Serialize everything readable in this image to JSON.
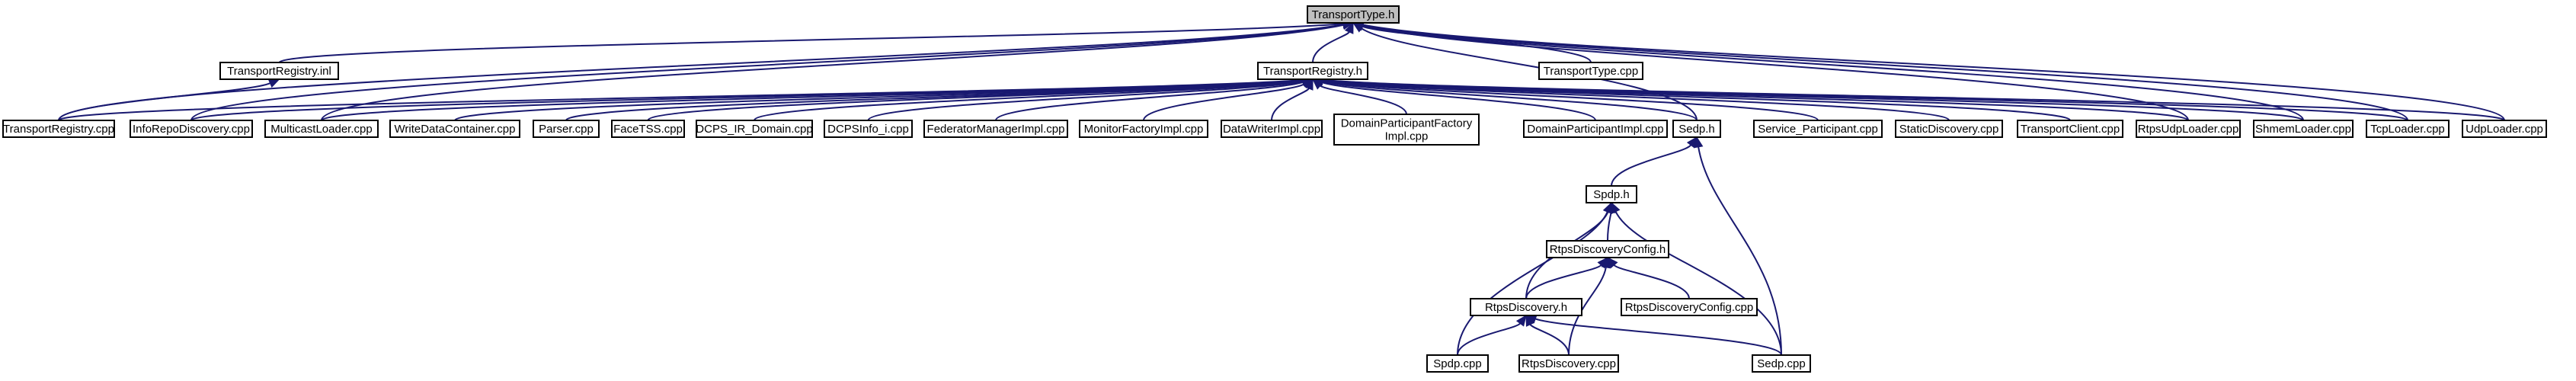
{
  "graph": {
    "edge_color": "#191970",
    "root_fill": "#bfbfbf",
    "nodes": [
      {
        "id": "transporttype_h",
        "lines": [
          "TransportType.h"
        ]
      },
      {
        "id": "transportregistry_inl",
        "lines": [
          "TransportRegistry.inl"
        ]
      },
      {
        "id": "transportregistry_h",
        "lines": [
          "TransportRegistry.h"
        ]
      },
      {
        "id": "transporttype_cpp",
        "lines": [
          "TransportType.cpp"
        ]
      },
      {
        "id": "transportregistry_cpp",
        "lines": [
          "TransportRegistry.cpp"
        ]
      },
      {
        "id": "inforepodiscovery_cpp",
        "lines": [
          "InfoRepoDiscovery.cpp"
        ]
      },
      {
        "id": "multicastloader_cpp",
        "lines": [
          "MulticastLoader.cpp"
        ]
      },
      {
        "id": "writedatacontainer_cpp",
        "lines": [
          "WriteDataContainer.cpp"
        ]
      },
      {
        "id": "parser_cpp",
        "lines": [
          "Parser.cpp"
        ]
      },
      {
        "id": "facetss_cpp",
        "lines": [
          "FaceTSS.cpp"
        ]
      },
      {
        "id": "dcps_ir_domain_cpp",
        "lines": [
          "DCPS_IR_Domain.cpp"
        ]
      },
      {
        "id": "dcpsinfo_i_cpp",
        "lines": [
          "DCPSInfo_i.cpp"
        ]
      },
      {
        "id": "federatormanagerimpl_cpp",
        "lines": [
          "FederatorManagerImpl.cpp"
        ]
      },
      {
        "id": "monitorfactoryimpl_cpp",
        "lines": [
          "MonitorFactoryImpl.cpp"
        ]
      },
      {
        "id": "datawriterimpl_cpp",
        "lines": [
          "DataWriterImpl.cpp"
        ]
      },
      {
        "id": "domainparticipantfactoryimpl_cpp",
        "lines": [
          "DomainParticipantFactory",
          "Impl.cpp"
        ]
      },
      {
        "id": "domainparticipantimpl_cpp",
        "lines": [
          "DomainParticipantImpl.cpp"
        ]
      },
      {
        "id": "sedp_h",
        "lines": [
          "Sedp.h"
        ]
      },
      {
        "id": "service_participant_cpp",
        "lines": [
          "Service_Participant.cpp"
        ]
      },
      {
        "id": "staticdiscovery_cpp",
        "lines": [
          "StaticDiscovery.cpp"
        ]
      },
      {
        "id": "transportclient_cpp",
        "lines": [
          "TransportClient.cpp"
        ]
      },
      {
        "id": "rtpsudploader_cpp",
        "lines": [
          "RtpsUdpLoader.cpp"
        ]
      },
      {
        "id": "shmemloader_cpp",
        "lines": [
          "ShmemLoader.cpp"
        ]
      },
      {
        "id": "tcploader_cpp",
        "lines": [
          "TcpLoader.cpp"
        ]
      },
      {
        "id": "udploader_cpp",
        "lines": [
          "UdpLoader.cpp"
        ]
      },
      {
        "id": "spdp_h",
        "lines": [
          "Spdp.h"
        ]
      },
      {
        "id": "rtpsdiscoveryconfig_h",
        "lines": [
          "RtpsDiscoveryConfig.h"
        ]
      },
      {
        "id": "rtpsdiscovery_h",
        "lines": [
          "RtpsDiscovery.h"
        ]
      },
      {
        "id": "rtpsdiscoveryconfig_cpp",
        "lines": [
          "RtpsDiscoveryConfig.cpp"
        ]
      },
      {
        "id": "spdp_cpp",
        "lines": [
          "Spdp.cpp"
        ]
      },
      {
        "id": "rtpsdiscovery_cpp",
        "lines": [
          "RtpsDiscovery.cpp"
        ]
      },
      {
        "id": "sedp_cpp",
        "lines": [
          "Sedp.cpp"
        ]
      }
    ],
    "edges": [
      {
        "from": "transportregistry_inl",
        "to": "transporttype_h"
      },
      {
        "from": "transportregistry_h",
        "to": "transporttype_h"
      },
      {
        "from": "transporttype_cpp",
        "to": "transporttype_h"
      },
      {
        "from": "transportregistry_cpp",
        "to": "transporttype_h"
      },
      {
        "from": "inforepodiscovery_cpp",
        "to": "transporttype_h"
      },
      {
        "from": "multicastloader_cpp",
        "to": "transporttype_h"
      },
      {
        "from": "sedp_h",
        "to": "transporttype_h"
      },
      {
        "from": "rtpsudploader_cpp",
        "to": "transporttype_h"
      },
      {
        "from": "shmemloader_cpp",
        "to": "transporttype_h"
      },
      {
        "from": "tcploader_cpp",
        "to": "transporttype_h"
      },
      {
        "from": "udploader_cpp",
        "to": "transporttype_h"
      },
      {
        "from": "transportregistry_cpp",
        "to": "transportregistry_inl"
      },
      {
        "from": "transportregistry_cpp",
        "to": "transportregistry_h"
      },
      {
        "from": "inforepodiscovery_cpp",
        "to": "transportregistry_h"
      },
      {
        "from": "multicastloader_cpp",
        "to": "transportregistry_h"
      },
      {
        "from": "writedatacontainer_cpp",
        "to": "transportregistry_h"
      },
      {
        "from": "parser_cpp",
        "to": "transportregistry_h"
      },
      {
        "from": "facetss_cpp",
        "to": "transportregistry_h"
      },
      {
        "from": "dcps_ir_domain_cpp",
        "to": "transportregistry_h"
      },
      {
        "from": "dcpsinfo_i_cpp",
        "to": "transportregistry_h"
      },
      {
        "from": "federatormanagerimpl_cpp",
        "to": "transportregistry_h"
      },
      {
        "from": "monitorfactoryimpl_cpp",
        "to": "transportregistry_h"
      },
      {
        "from": "datawriterimpl_cpp",
        "to": "transportregistry_h"
      },
      {
        "from": "domainparticipantfactoryimpl_cpp",
        "to": "transportregistry_h"
      },
      {
        "from": "domainparticipantimpl_cpp",
        "to": "transportregistry_h"
      },
      {
        "from": "sedp_h",
        "to": "transportregistry_h"
      },
      {
        "from": "service_participant_cpp",
        "to": "transportregistry_h"
      },
      {
        "from": "staticdiscovery_cpp",
        "to": "transportregistry_h"
      },
      {
        "from": "transportclient_cpp",
        "to": "transportregistry_h"
      },
      {
        "from": "rtpsudploader_cpp",
        "to": "transportregistry_h"
      },
      {
        "from": "shmemloader_cpp",
        "to": "transportregistry_h"
      },
      {
        "from": "tcploader_cpp",
        "to": "transportregistry_h"
      },
      {
        "from": "udploader_cpp",
        "to": "transportregistry_h"
      },
      {
        "from": "spdp_h",
        "to": "sedp_h"
      },
      {
        "from": "sedp_cpp",
        "to": "sedp_h"
      },
      {
        "from": "rtpsdiscoveryconfig_h",
        "to": "spdp_h"
      },
      {
        "from": "rtpsdiscovery_h",
        "to": "spdp_h"
      },
      {
        "from": "spdp_cpp",
        "to": "spdp_h"
      },
      {
        "from": "sedp_cpp",
        "to": "spdp_h"
      },
      {
        "from": "rtpsdiscovery_h",
        "to": "rtpsdiscoveryconfig_h"
      },
      {
        "from": "rtpsdiscoveryconfig_cpp",
        "to": "rtpsdiscoveryconfig_h"
      },
      {
        "from": "rtpsdiscovery_cpp",
        "to": "rtpsdiscoveryconfig_h"
      },
      {
        "from": "spdp_cpp",
        "to": "rtpsdiscovery_h"
      },
      {
        "from": "rtpsdiscovery_cpp",
        "to": "rtpsdiscovery_h"
      },
      {
        "from": "sedp_cpp",
        "to": "rtpsdiscovery_h"
      }
    ]
  }
}
